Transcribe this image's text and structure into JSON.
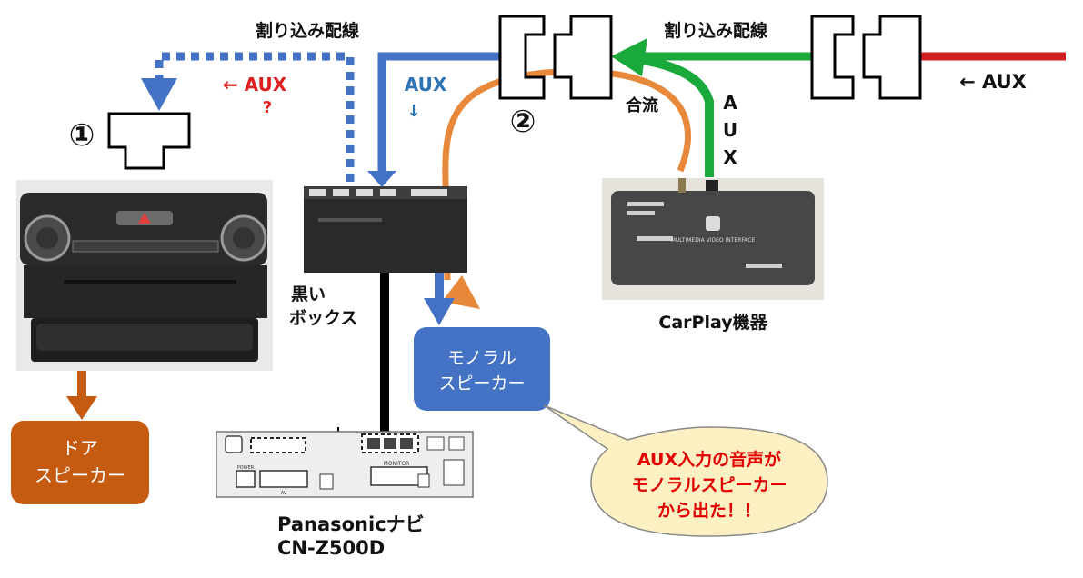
{
  "labels": {
    "wiring_left": "割り込み配線",
    "wiring_right": "割り込み配線",
    "aux_red": "← AUX",
    "aux_question": "?",
    "aux_blue": "AUX",
    "aux_blue_arrow": "↓",
    "aux_far_right": "← AUX",
    "merge": "合流",
    "aux_vertical": [
      "A",
      "U",
      "X"
    ],
    "marker_1": "①",
    "marker_2": "②",
    "black_box_line1": "黒い",
    "black_box_line2": "ボックス",
    "carplay": "CarPlay機器",
    "mono_speaker_line1": "モノラル",
    "mono_speaker_line2": "スピーカー",
    "door_speaker_line1": "ドア",
    "door_speaker_line2": "スピーカー",
    "navi_line1": "Panasonicナビ",
    "navi_line2": "CN-Z500D",
    "bubble_line1": "AUX入力の音声が",
    "bubble_line2": "モノラルスピーカー",
    "bubble_line3": "から出た！！",
    "carplay_device_text": "MULTIMEDIA VIDEO INTERFACE",
    "navi_monitor": "MONITOR",
    "navi_av": "AV",
    "navi_power": "POWER"
  },
  "colors": {
    "blue": "#4472c4",
    "green": "#1aaa3c",
    "red": "#d22020",
    "orange": "#e8883a",
    "door_speaker": "#c55a11",
    "mono_speaker": "#4472c4",
    "bubble_fill": "#fdf0c2",
    "bubble_text": "#e00000",
    "aux_blue_text": "#2e74b5",
    "aux_red_text": "#e02020"
  }
}
